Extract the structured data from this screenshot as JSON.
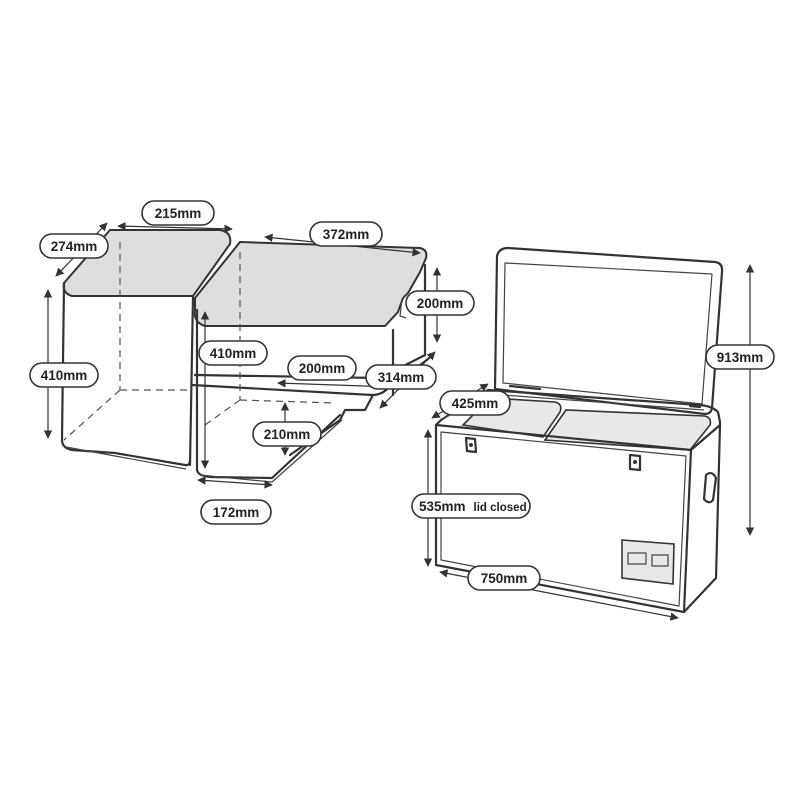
{
  "dimensions": {
    "basket_small_width": "215mm",
    "basket_small_depth": "274mm",
    "basket_small_height": "410mm",
    "basket_large_width": "372mm",
    "basket_large_step_height": "200mm",
    "basket_large_height": "410mm",
    "basket_large_step_width": "200mm",
    "basket_large_depth": "314mm",
    "basket_large_lower_height": "210mm",
    "basket_large_lower_width": "172mm",
    "fridge_height_open": "913mm",
    "fridge_depth": "425mm",
    "fridge_height_closed": "535mm",
    "fridge_height_closed_note": "lid closed",
    "fridge_width": "750mm"
  }
}
